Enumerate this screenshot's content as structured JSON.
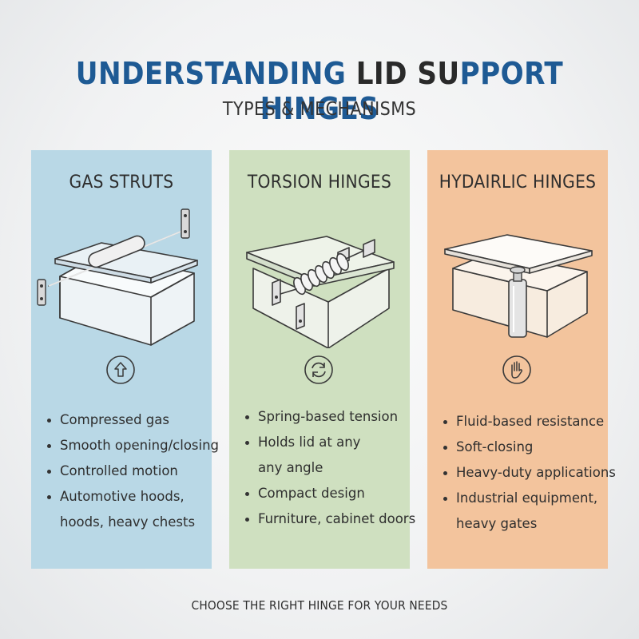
{
  "title": {
    "part1": "UNDERSTANDING",
    "part2": "LID",
    "part3": "SU",
    "part4": "PPORT HINGES"
  },
  "subtitle": "TYPES & MECHANISMS",
  "panels": [
    {
      "title": "GAS STRUTS",
      "icon": "arrow-up-icon",
      "bullets": [
        "Compressed gas",
        "Smooth opening/closing",
        "Controlled motion",
        "Automotive hoods,",
        "hoods, heavy chests"
      ]
    },
    {
      "title": "TORSION HINGES",
      "icon": "rotate-icon",
      "bullets": [
        "Spring-based tension",
        "Holds lid at any",
        "any angle",
        "Compact design",
        "Furniture, cabinet doors"
      ]
    },
    {
      "title": "HYDAIRLIC HINGES",
      "icon": "hand-icon",
      "bullets": [
        "Fluid-based resistance",
        "Soft-closing",
        "Heavy-duty applications",
        "Industrial equipment,",
        "heavy gates"
      ]
    }
  ],
  "footer": "CHOOSE THE RIGHT HINGE FOR YOUR NEEDS",
  "colors": {
    "title_blue": "#1e5a94",
    "gas_panel": "#b9d8e6",
    "torsion_panel": "#cfe0c0",
    "hydraulic_panel": "#f3c49d"
  }
}
